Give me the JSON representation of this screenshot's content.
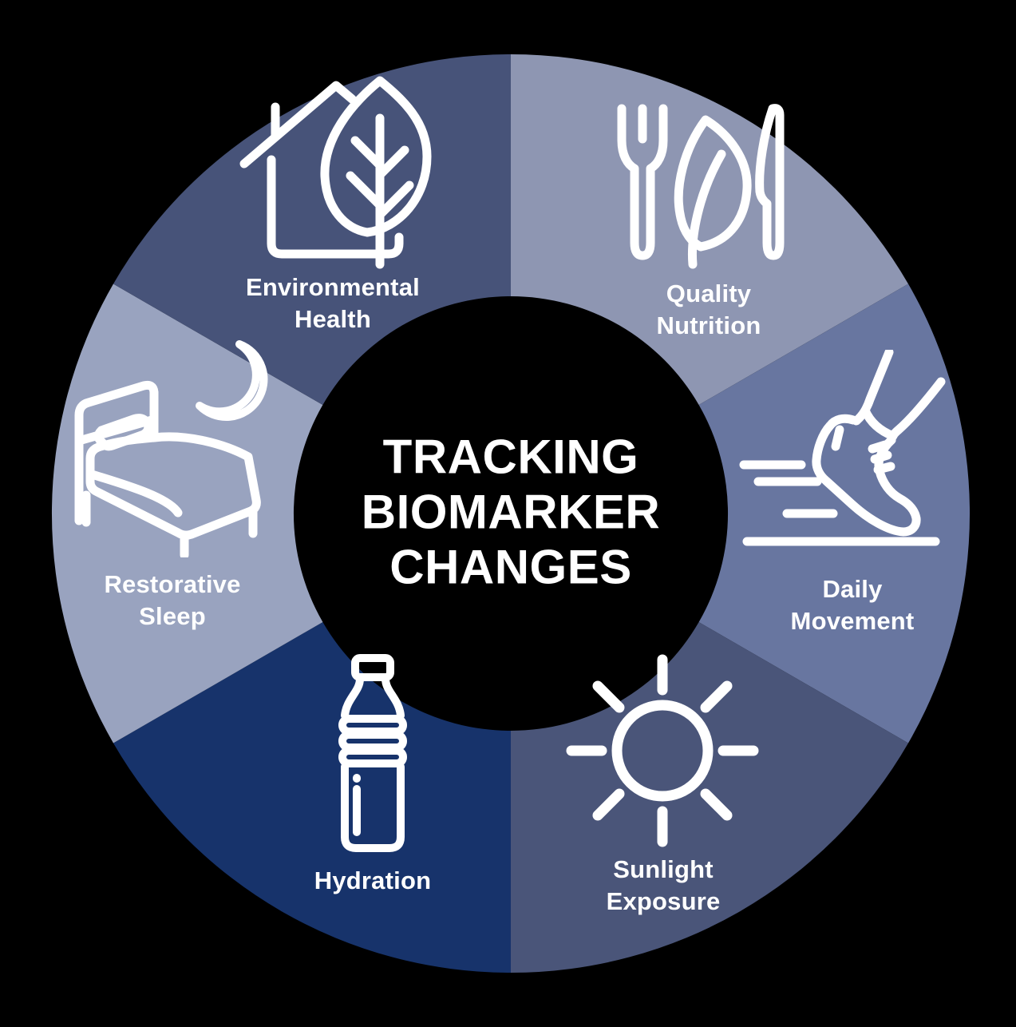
{
  "diagram": {
    "type": "donut-infographic",
    "center_title": "TRACKING\nBIOMARKER\nCHANGES",
    "colors": {
      "background": "#000000",
      "text": "#FFFFFF",
      "icon_stroke": "#FFFFFF"
    },
    "segments": [
      {
        "id": "quality-nutrition",
        "label": "Quality\nNutrition",
        "icon": "fork-leaf-knife-icon",
        "color": "#8E96B2",
        "start_angle": 0,
        "end_angle": 60
      },
      {
        "id": "daily-movement",
        "label": "Daily\nMovement",
        "icon": "running-shoe-icon",
        "color": "#6876A0",
        "start_angle": 60,
        "end_angle": 120
      },
      {
        "id": "sunlight-exposure",
        "label": "Sunlight\nExposure",
        "icon": "sun-icon",
        "color": "#4A5579",
        "start_angle": 120,
        "end_angle": 180
      },
      {
        "id": "hydration",
        "label": "Hydration",
        "icon": "water-bottle-icon",
        "color": "#17336B",
        "start_angle": 180,
        "end_angle": 240
      },
      {
        "id": "restorative-sleep",
        "label": "Restorative\nSleep",
        "icon": "bed-moon-icon",
        "color": "#99A3BF",
        "start_angle": 240,
        "end_angle": 300
      },
      {
        "id": "environmental-health",
        "label": "Environmental\nHealth",
        "icon": "house-leaf-icon",
        "color": "#475379",
        "start_angle": 300,
        "end_angle": 360
      }
    ]
  }
}
